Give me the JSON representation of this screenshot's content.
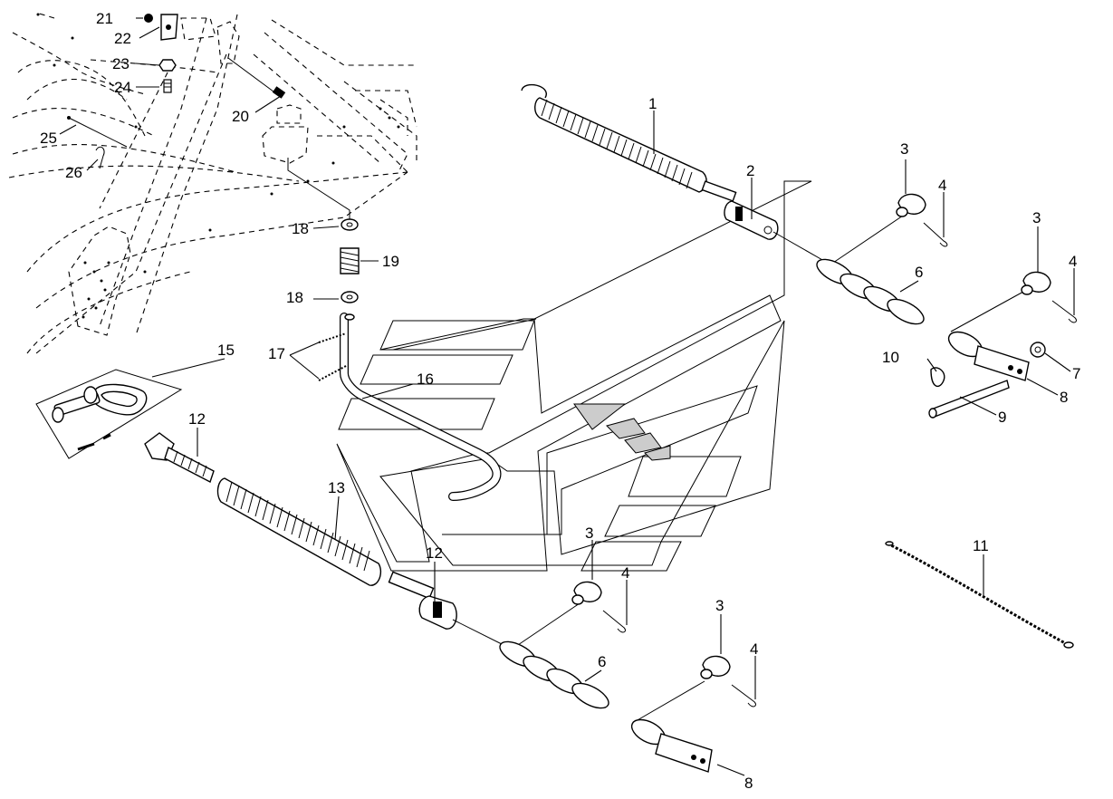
{
  "diagram": {
    "callouts": [
      "1",
      "2",
      "3",
      "4",
      "6",
      "3",
      "4",
      "10",
      "9",
      "8",
      "7",
      "11",
      "12",
      "13",
      "12",
      "15",
      "16",
      "17",
      "18",
      "19",
      "18",
      "20",
      "21",
      "22",
      "23",
      "24",
      "25",
      "26",
      "3",
      "4",
      "6",
      "3",
      "4",
      "8"
    ]
  }
}
